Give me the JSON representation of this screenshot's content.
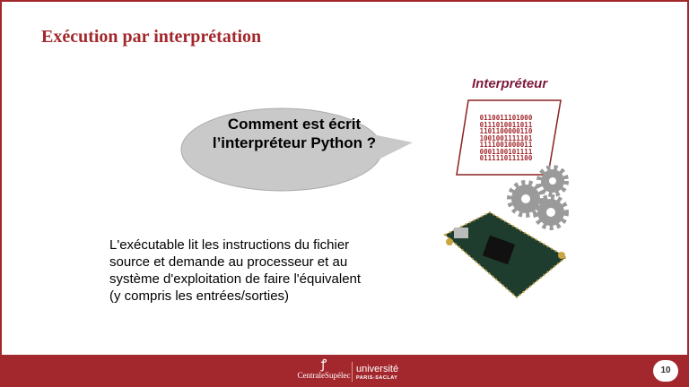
{
  "slide": {
    "title": "Exécution par interprétation",
    "bubble_text": "Comment est écrit l’interpréteur Python ?",
    "body_text": "L'exécutable lit les instructions du fichier\nsource et demande au processeur et au\nsystème d'exploitation de faire l'équivalent\n(y compris les entrées/sorties)",
    "interpreter_label": "Interpréteur",
    "binary": "0110011101000\n0111010011011\n1101100000110\n1001001111101\n1111001000011\n0001100101111\n0111110111100"
  },
  "footer": {
    "logo_centrale": "CentraleSupélec",
    "logo_universite": "université",
    "logo_universite_sub": "PARIS-SACLAY",
    "page_number": "10"
  },
  "colors": {
    "accent": "#a3282d",
    "label": "#7d1a3a",
    "bubble": "#c9c9c9"
  }
}
